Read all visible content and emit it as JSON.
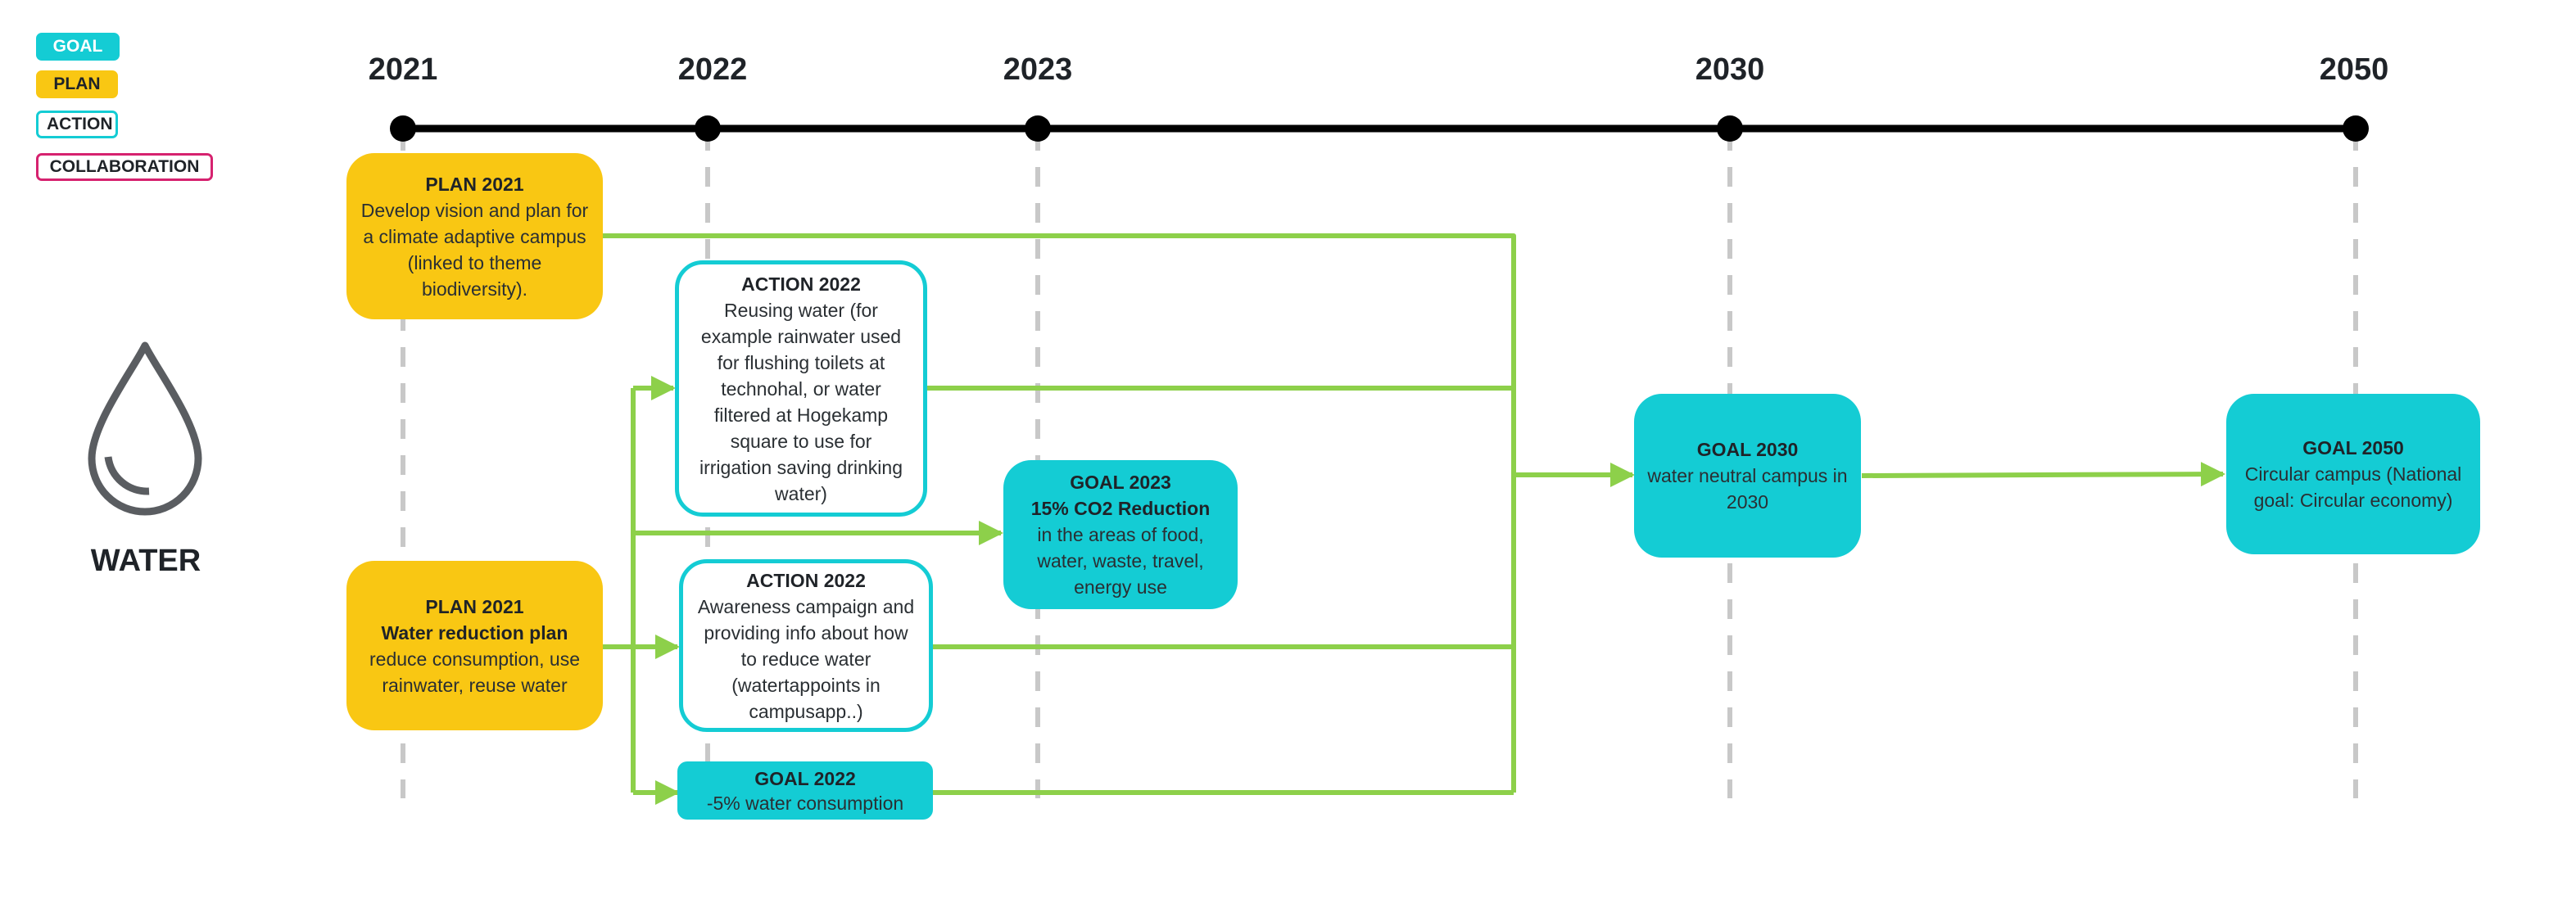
{
  "legend": {
    "goal": "GOAL",
    "plan": "PLAN",
    "action": "ACTION",
    "collaboration": "COLLABORATION"
  },
  "colors": {
    "goal": "#14CCD4",
    "plan": "#F9C713",
    "action_border": "#14CCD4",
    "collaboration_border": "#D6226F",
    "connector": "#8DD04A",
    "timeline": "#000000",
    "guide": "#C8C8C8",
    "icon": "#5A5D61"
  },
  "timeline": {
    "years": [
      "2021",
      "2022",
      "2023",
      "2030",
      "2050"
    ]
  },
  "theme": {
    "icon": "water-drop-icon",
    "label": "WATER"
  },
  "boxes": {
    "plan_vision": {
      "title": "PLAN 2021",
      "text": "Develop vision and plan for a climate adaptive campus (linked to theme biodiversity)."
    },
    "plan_reduction": {
      "title": "PLAN 2021",
      "subtitle": "Water reduction plan",
      "text": "reduce consumption, use rainwater, reuse water"
    },
    "action_reuse": {
      "title": "ACTION 2022",
      "text": "Reusing water (for example rainwater used for flushing toilets at technohal, or water filtered at Hogekamp square to use for irrigation saving drinking water)"
    },
    "action_awareness": {
      "title": "ACTION 2022",
      "text": "Awareness campaign and providing info about how to reduce water (watertappoints in campusapp..)"
    },
    "goal_2022": {
      "title": "GOAL 2022",
      "text": "-5% water consumption"
    },
    "goal_2023": {
      "title": "GOAL 2023",
      "subtitle": "15% CO2 Reduction",
      "text": "in the areas of food, water, waste, travel, energy use"
    },
    "goal_2030": {
      "title": "GOAL 2030",
      "text": "water neutral campus in 2030"
    },
    "goal_2050": {
      "title": "GOAL 2050",
      "text": "Circular campus (National goal: Circular economy)"
    }
  }
}
